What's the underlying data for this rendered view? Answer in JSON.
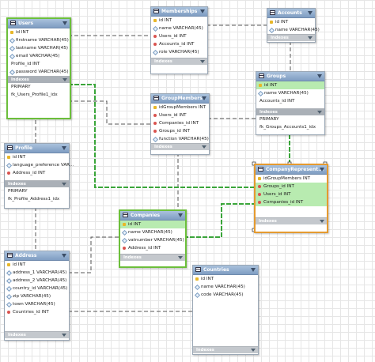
{
  "diagram": {
    "indexes_label": "Indexes"
  },
  "tables": {
    "users": {
      "title": "Users",
      "columns": [
        "id INT",
        "firstname VARCHAR(45)",
        "lastname VARCHAR(45)",
        "email VARCHAR(45)",
        "Profile_id INT",
        "password VARCHAR(45)"
      ],
      "indexes": [
        "PRIMARY",
        "fk_Users_Profile1_idx"
      ]
    },
    "memberships": {
      "title": "Memberships",
      "columns": [
        "id INT",
        "name VARCHAR(45)",
        "Users_id INT",
        "Accounts_id INT",
        "role VARCHAR(45)"
      ]
    },
    "accounts": {
      "title": "Accounts",
      "columns": [
        "id INT",
        "name VARCHAR(45)"
      ]
    },
    "groups": {
      "title": "Groups",
      "columns": [
        "id INT",
        "name VARCHAR(45)",
        "Accounts_id INT"
      ],
      "indexes": [
        "PRIMARY",
        "fk_Groups_Accounts1_idx"
      ]
    },
    "groupmembers": {
      "title": "GroupMembers",
      "columns": [
        "idGroupMembers INT",
        "Users_id INT",
        "Companies_id INT",
        "Groups_id INT",
        "function VARCHAR(45)"
      ]
    },
    "profile": {
      "title": "Profile",
      "columns": [
        "id INT",
        "language_preference VAR...",
        "Address_id INT"
      ],
      "indexes": [
        "PRIMARY",
        "fk_Profile_Address1_idx"
      ]
    },
    "companyrep": {
      "title": "CompanyRepresent...",
      "columns": [
        "idGroupMembers INT",
        "Groups_id INT",
        "Users_id INT",
        "Companies_id INT"
      ]
    },
    "companies": {
      "title": "Companies",
      "columns": [
        "id INT",
        "name VARCHAR(45)",
        "vatnumber VARCHAR(45)",
        "Address_id INT"
      ]
    },
    "address": {
      "title": "Address",
      "columns": [
        "id INT",
        "address_1 VARCHAR(45)",
        "address_2 VARCHAR(45)",
        "country_id VARCHAR(45)",
        "zip VARCHAR(45)",
        "town VARCHAR(45)",
        "Countries_id INT"
      ]
    },
    "countries": {
      "title": "Countries",
      "columns": [
        "id INT",
        "name VARCHAR(45)",
        "code VARCHAR(45)"
      ]
    }
  }
}
